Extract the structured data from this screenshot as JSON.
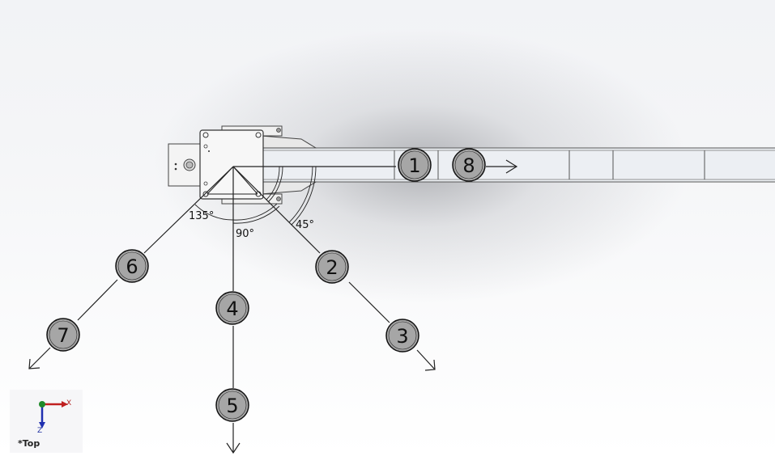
{
  "scene": {
    "markers": [
      {
        "id": "1",
        "label": "1"
      },
      {
        "id": "2",
        "label": "2"
      },
      {
        "id": "3",
        "label": "3"
      },
      {
        "id": "4",
        "label": "4"
      },
      {
        "id": "5",
        "label": "5"
      },
      {
        "id": "6",
        "label": "6"
      },
      {
        "id": "7",
        "label": "7"
      },
      {
        "id": "8",
        "label": "8"
      }
    ],
    "angles": {
      "a45": "45°",
      "a90": "90°",
      "a135": "135°"
    }
  },
  "view_orientation": {
    "label": "*Top",
    "axis_x": "X",
    "axis_z": "Z"
  },
  "colors": {
    "marker_fill": "#a6a6a6",
    "line": "#222222",
    "axis_x": "#c02020",
    "axis_z": "#2030b0",
    "axis_origin": "#1f8a2a"
  }
}
